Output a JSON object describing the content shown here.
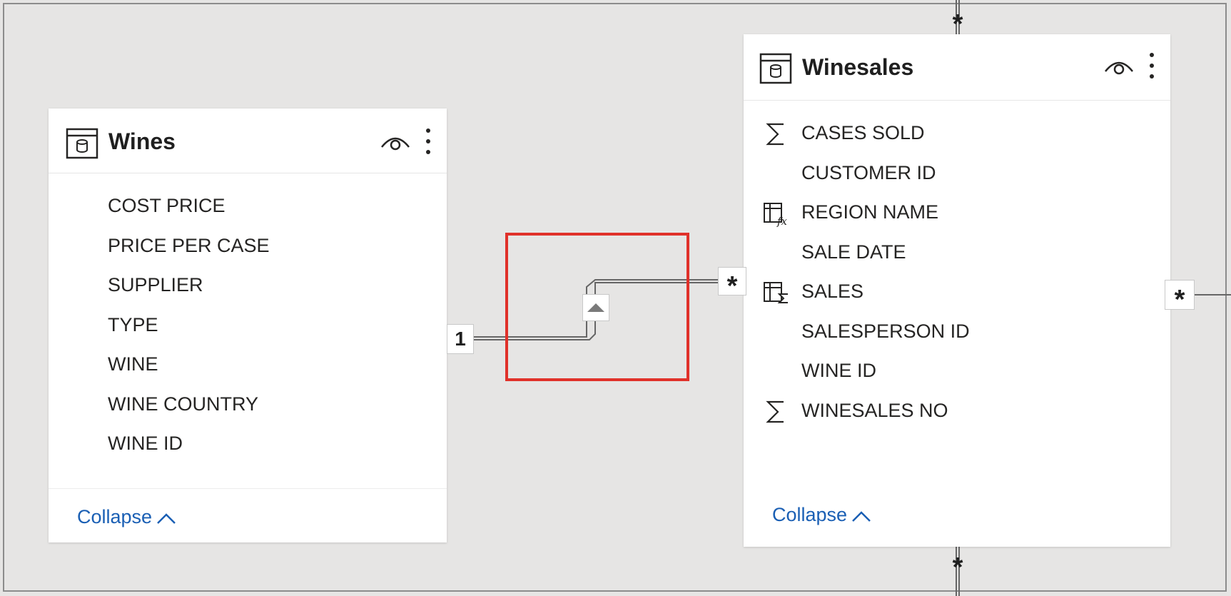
{
  "tables": [
    {
      "name": "Wines",
      "fields": [
        {
          "label": "COST PRICE",
          "icon": ""
        },
        {
          "label": "PRICE PER CASE",
          "icon": ""
        },
        {
          "label": "SUPPLIER",
          "icon": ""
        },
        {
          "label": "TYPE",
          "icon": ""
        },
        {
          "label": "WINE",
          "icon": ""
        },
        {
          "label": "WINE COUNTRY",
          "icon": ""
        },
        {
          "label": "WINE ID",
          "icon": ""
        }
      ],
      "collapse_label": "Collapse"
    },
    {
      "name": "Winesales",
      "fields": [
        {
          "label": "CASES SOLD",
          "icon": "sigma-icon"
        },
        {
          "label": "CUSTOMER ID",
          "icon": ""
        },
        {
          "label": "REGION NAME",
          "icon": "calculated-column-icon"
        },
        {
          "label": "SALE DATE",
          "icon": ""
        },
        {
          "label": "SALES",
          "icon": "measure-icon"
        },
        {
          "label": "SALESPERSON ID",
          "icon": ""
        },
        {
          "label": "WINE ID",
          "icon": ""
        },
        {
          "label": "WINESALES NO",
          "icon": "sigma-icon"
        }
      ],
      "collapse_label": "Collapse"
    }
  ],
  "relationship": {
    "one_side_label": "1",
    "many_side_label": "*",
    "cross_filter_icon": "triangle-up-icon"
  },
  "other_connectors": {
    "top_label": "*",
    "right_label": "*",
    "bottom_label": "*"
  },
  "colors": {
    "canvas": "#e6e5e4",
    "card": "#ffffff",
    "highlight": "#e0312a",
    "link": "#1a5fb4",
    "connector_line": "#666666"
  }
}
